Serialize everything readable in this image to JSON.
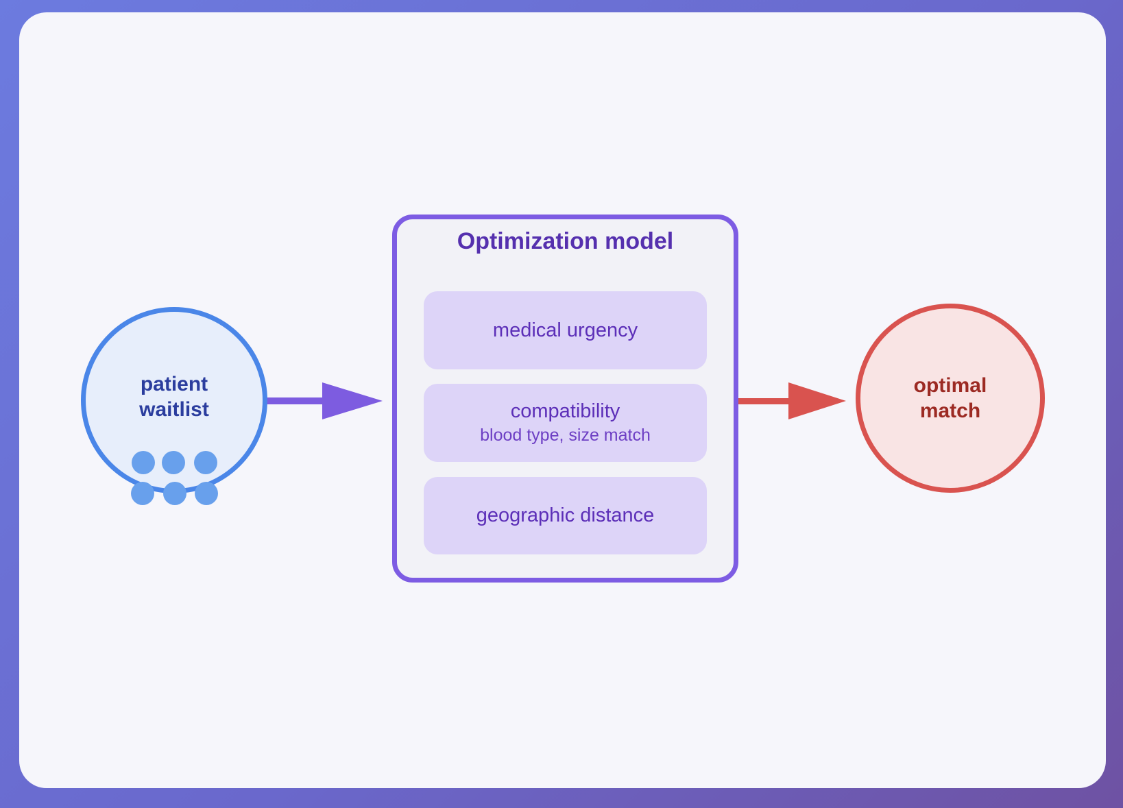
{
  "nodes": {
    "patient_waitlist": {
      "label": "patient waitlist"
    },
    "optimal_match": {
      "label": "optimal match"
    }
  },
  "optimization_model": {
    "title": "Optimization model",
    "factors": [
      {
        "label": "medical urgency"
      },
      {
        "label": "compatibility",
        "sublabel": "blood type, size match"
      },
      {
        "label": "geographic distance"
      }
    ]
  },
  "colors": {
    "background_gradient_start": "#6c7bdf",
    "background_gradient_end": "#6e52a3",
    "card_background": "#f6f6fb",
    "waitlist_fill": "#e7eefb",
    "waitlist_border": "#4a86e8",
    "waitlist_text": "#2b3d9e",
    "waitlist_dot": "#68a0ec",
    "model_border": "#7d5ce3",
    "model_fill": "#f2f2f7",
    "model_title_text": "#5530ae",
    "factor_fill": "#ddd4f8",
    "factor_text": "#5c2fb8",
    "factor_subtext": "#6d3fc4",
    "input_arrow": "#7d5ce0",
    "output_arrow": "#d9534f",
    "match_fill": "#f9e4e4",
    "match_border": "#d9534f",
    "match_text": "#9c2a23"
  }
}
